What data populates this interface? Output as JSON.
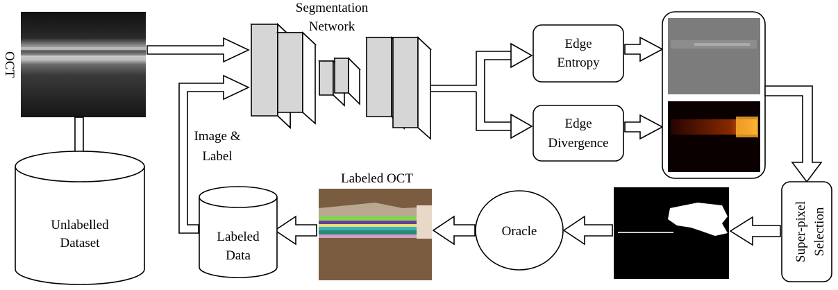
{
  "labels": {
    "oct": "OCT",
    "unlabelled_dataset_line1": "Unlabelled",
    "unlabelled_dataset_line2": "Dataset",
    "segmentation_line1": "Segmentation",
    "segmentation_line2": "Network",
    "image_label_line1": "Image &",
    "image_label_line2": "Label",
    "edge_entropy_line1": "Edge",
    "edge_entropy_line2": "Entropy",
    "edge_divergence_line1": "Edge",
    "edge_divergence_line2": "Divergence",
    "superpixel_line1": "Super-pixel",
    "superpixel_line2": "Selection",
    "oracle": "Oracle",
    "labeled_oct": "Labeled OCT",
    "labeled_data_line1": "Labeled",
    "labeled_data_line2": "Data"
  },
  "colors": {
    "network_face": "#d6d6d6",
    "entropy_map": "#7c7c7c",
    "divergence_map": "#0a0000",
    "labeled_oct_bg": "#7a5c40",
    "mask_bg": "#000000"
  }
}
